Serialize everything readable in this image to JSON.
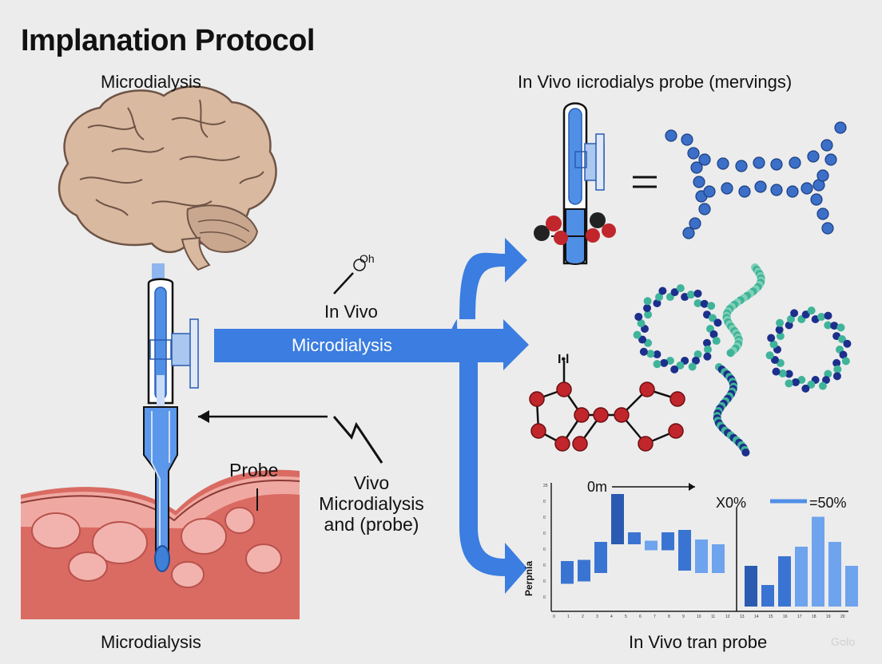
{
  "title": "Implanation Protocol",
  "labels": {
    "microdialysis_top": "Microdialysis",
    "invivo_probe": "In Vivo ıicrodialys probe (mervings)",
    "oh_glyph": "Oh",
    "in_vivo": "In Vivo",
    "microdialysis_arrow": "Microdialysis",
    "probe": "Probe",
    "vivo_block": "Vivo Microdialysis and (probe)",
    "hl_glyph": "I•l",
    "microdialysis_bottom": "Microdialysis",
    "invivo_tran": "In Vivo tran probe",
    "watermark": "Gᴑlo"
  },
  "colors": {
    "arrow_blue": "#3b7de0",
    "probe_blue": "#4f8fe6",
    "tissue_pink": "#e98d86",
    "tissue_dark": "#c95f57",
    "brain": "#d9b9a0",
    "atom_red": "#c0262b",
    "atom_blue": "#3b6fc8",
    "ring_navy": "#1d2f8c",
    "ring_teal": "#3fb49a"
  },
  "chart_data": {
    "type": "bar",
    "title": "",
    "ylabel": "Perpnia",
    "annotations": [
      "0m",
      "X0%",
      "=50%"
    ],
    "yticks": [
      "25",
      "0",
      "0",
      "0",
      "0",
      "0",
      "0",
      "0"
    ],
    "xticks": [
      "0",
      "1",
      "2",
      "3",
      "4",
      "5",
      "6",
      "7",
      "8",
      "9",
      "10",
      "11",
      "12",
      "13",
      "14",
      "15",
      "16",
      "17",
      "18",
      "19",
      "20"
    ],
    "bars": [
      {
        "lo": 2.3,
        "hi": 4.2,
        "shade": "mid"
      },
      {
        "lo": 2.5,
        "hi": 4.3,
        "shade": "mid"
      },
      {
        "lo": 3.2,
        "hi": 5.8,
        "shade": "mid"
      },
      {
        "lo": 5.6,
        "hi": 9.8,
        "shade": "dark"
      },
      {
        "lo": 5.6,
        "hi": 6.6,
        "shade": "mid"
      },
      {
        "lo": 5.1,
        "hi": 5.9,
        "shade": "light"
      },
      {
        "lo": 5.1,
        "hi": 6.6,
        "shade": "mid"
      },
      {
        "lo": 3.4,
        "hi": 6.8,
        "shade": "mid"
      },
      {
        "lo": 3.2,
        "hi": 6.0,
        "shade": "light"
      },
      {
        "lo": 3.2,
        "hi": 5.6,
        "shade": "light"
      },
      {
        "lo": 0.4,
        "hi": 3.8,
        "shade": "dark"
      },
      {
        "lo": 0.4,
        "hi": 2.2,
        "shade": "mid"
      },
      {
        "lo": 0.4,
        "hi": 4.6,
        "shade": "mid"
      },
      {
        "lo": 0.4,
        "hi": 5.4,
        "shade": "light"
      },
      {
        "lo": 0.4,
        "hi": 7.9,
        "shade": "light"
      },
      {
        "lo": 0.4,
        "hi": 5.8,
        "shade": "light"
      },
      {
        "lo": 0.4,
        "hi": 3.8,
        "shade": "light"
      }
    ]
  }
}
